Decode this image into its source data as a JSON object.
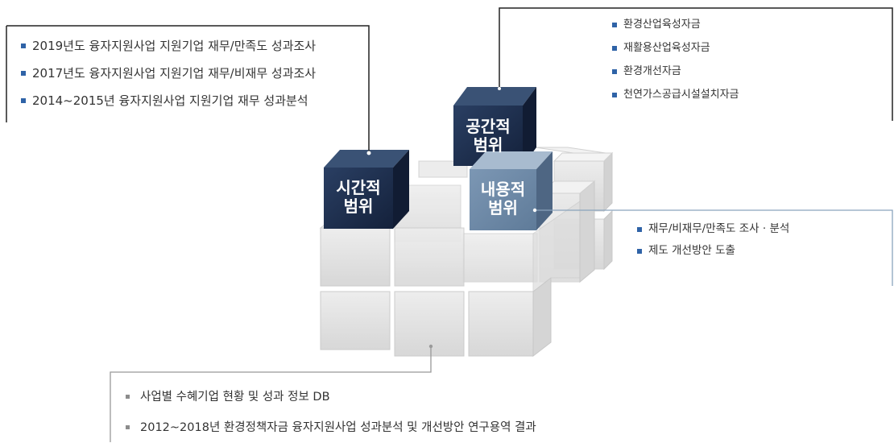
{
  "temporal_scope": {
    "label_line1": "시간적",
    "label_line2": "범위",
    "items": [
      "2019년도 융자지원사업 지원기업 재무/만족도 성과조사",
      "2017년도 융자지원사업 지원기업 재무/비재무 성과조사",
      "2014~2015년 융자지원사업 지원기업 재무 성과분석"
    ]
  },
  "spatial_scope": {
    "label_line1": "공간적",
    "label_line2": "범위",
    "items": [
      "환경산업육성자금",
      "재활용산업육성자금",
      "환경개선자금",
      "천연가스공급시설설치자금"
    ]
  },
  "content_scope": {
    "label_line1": "내용적",
    "label_line2": "범위",
    "items": [
      "재무/비재무/만족도 조사 · 분석",
      "제도 개선방안 도출"
    ]
  },
  "base_data": {
    "items": [
      "사업별 수혜기업 현황 및 성과 정보 DB",
      "2012~2018년 환경정책자금 융자지원사업 성과분석 및 개선방안 연구용역 결과"
    ]
  },
  "colors": {
    "dark_block": "#1b2b4a",
    "light_block": "#6d88a6",
    "grey_cube": "#e3e3e3",
    "bullet": "#2f63a7",
    "connector": "#222222",
    "connector_light": "#8aa4bd"
  }
}
